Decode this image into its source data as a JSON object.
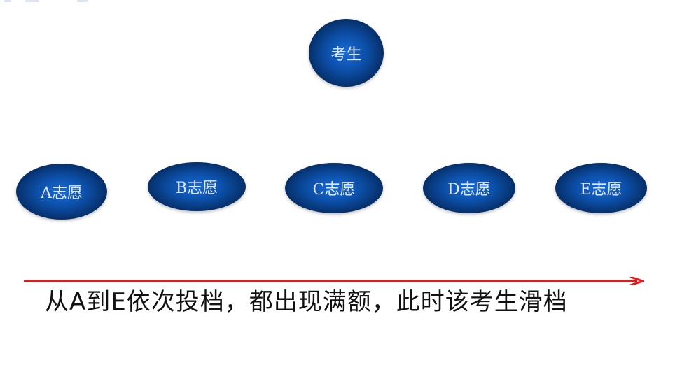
{
  "diagram": {
    "root": {
      "label": "考生"
    },
    "choices": [
      {
        "label": "A志愿"
      },
      {
        "label": "B志愿"
      },
      {
        "label": "C志愿"
      },
      {
        "label": "D志愿"
      },
      {
        "label": "E志愿"
      }
    ],
    "arrow": {
      "direction": "left-to-right",
      "color": "#e41b1b"
    },
    "caption": "从A到E依次投档，都出现满额，此时该考生滑档"
  },
  "colors": {
    "node_center": "#1a6bd6",
    "node_edge": "#010a18",
    "node_text": "#dfe9f7",
    "arrow": "#e41b1b",
    "caption_text": "#111111"
  }
}
